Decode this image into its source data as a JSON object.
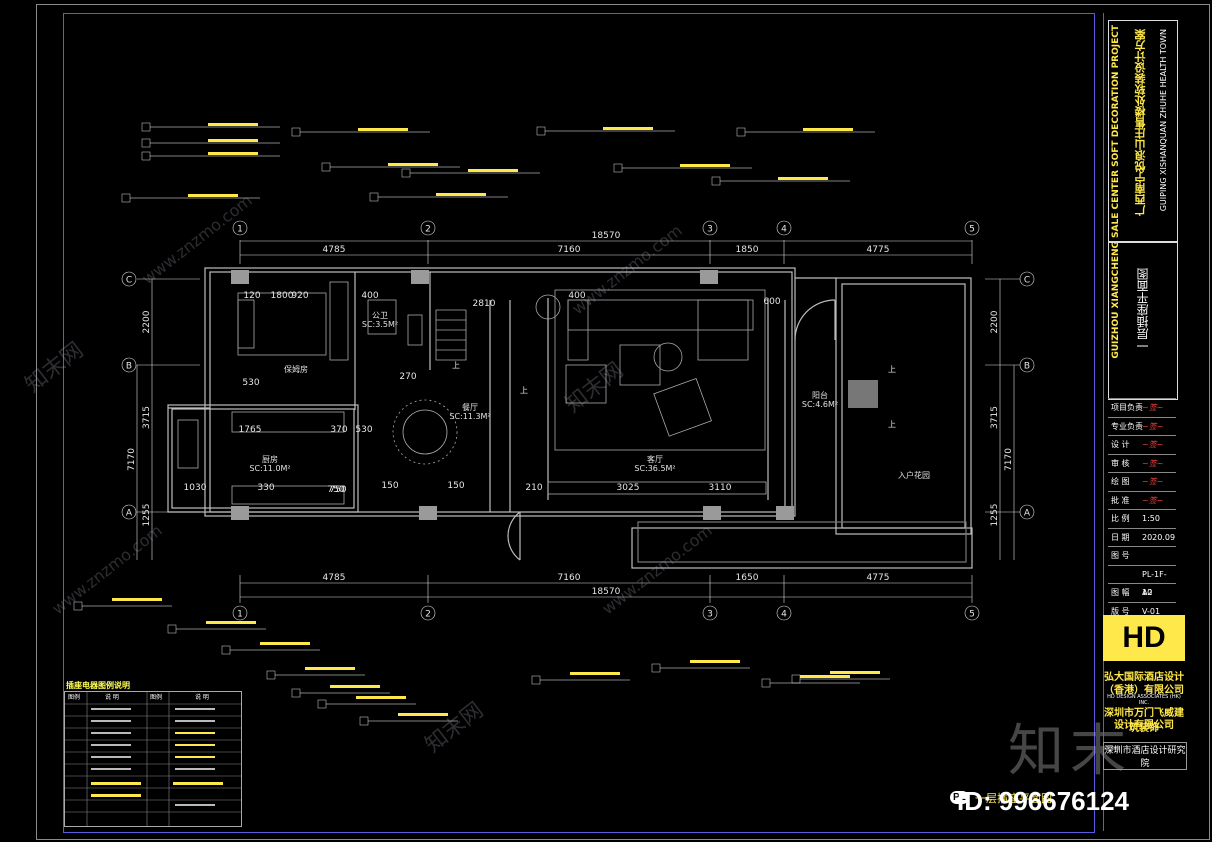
{
  "project": {
    "title_cn": "广西南宁悦浪山庄售楼处软装设计方案",
    "title_en_1": "GUIZHOU XIANGCHENG SALE CENTER SOFT DECORATION PROJECT",
    "title_en_2": "GUIPING XISHANQUAN ZHUHE HEALTH TOWN",
    "drawing_name": "一层插座平面图"
  },
  "title_block": {
    "rows": [
      {
        "key": "项目负责",
        "value": "sig",
        "sig": true
      },
      {
        "key": "专业负责",
        "value": "sig",
        "sig": true
      },
      {
        "key": "设 计",
        "value": "sig",
        "sig": true
      },
      {
        "key": "审 核",
        "value": "sig",
        "sig": true
      },
      {
        "key": "绘 图",
        "value": "sig",
        "sig": true
      },
      {
        "key": "批 准",
        "value": "sig",
        "sig": true
      },
      {
        "key": "比 例",
        "value": "1:50"
      },
      {
        "key": "日 期",
        "value": "2020.09"
      },
      {
        "key": "图 号",
        "value": ""
      },
      {
        "key": "",
        "value": "PL-1F-10"
      },
      {
        "key": "图 幅",
        "value": "A2"
      },
      {
        "key": "版 号",
        "value": "V-01"
      }
    ],
    "logo": "HD",
    "company_1": "弘大国际酒店设计",
    "company_2": "（香港）有限公司",
    "company_3": "HD DESIGN ASSOCIATES (HK) INC.",
    "company_4": "深圳市万门飞威建筑装饰",
    "company_5": "设计有限公司",
    "company_6": "深圳市酒店设计研究院"
  },
  "grid": {
    "cols": [
      "1",
      "2",
      "3",
      "4",
      "5"
    ],
    "rows": [
      "C",
      "B",
      "A"
    ],
    "top_dims": [
      "4785",
      "7160",
      "1850",
      "4775"
    ],
    "top_total": "18570",
    "bottom_dims": [
      "4785",
      "7160",
      "1650",
      "4775"
    ],
    "bottom_total": "18570",
    "left_dims": [
      "2200",
      "3715",
      "1255"
    ],
    "left_total": "7170",
    "right_dims": [
      "2200",
      "3715",
      "1255"
    ],
    "right_total": "7170"
  },
  "rooms": [
    {
      "name": "保姆房",
      "area": ""
    },
    {
      "name": "公卫",
      "area": "SC:3.5M²"
    },
    {
      "name": "餐厅",
      "area": "SC:11.3M²"
    },
    {
      "name": "厨房",
      "area": "SC:11.0M²"
    },
    {
      "name": "客厅",
      "area": "SC:36.5M²"
    },
    {
      "name": "阳台",
      "area": "SC:4.6M²"
    },
    {
      "name": "入户花园",
      "area": ""
    }
  ],
  "inner_dims": [
    "120",
    "1800",
    "920",
    "400",
    "2810",
    "400",
    "600",
    "1765",
    "530",
    "370",
    "530",
    "270",
    "150",
    "750",
    "150",
    "1030",
    "330",
    "750",
    "3025",
    "3110",
    "210"
  ],
  "legend": {
    "title": "插座电器图例说明",
    "col1": "图例",
    "col2": "说 明",
    "col3": "图例",
    "col4": "说 明"
  },
  "plan_tag": "PL",
  "plan_label": "一层插座平面图",
  "watermarks": [
    "www.znzmo.com",
    "知末网"
  ],
  "brand_watermark": "知末",
  "id_label": "ID: 996676124",
  "up_label": "上",
  "colors": {
    "frame": "#5a5ae0",
    "accent": "#ffe84a",
    "signature": "#ff4444",
    "wall": "#cfcfcf"
  }
}
